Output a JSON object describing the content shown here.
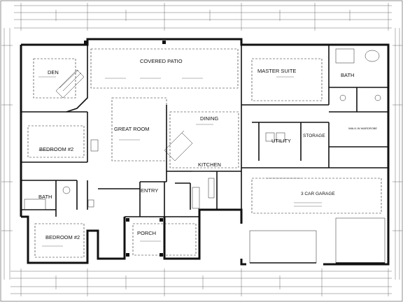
{
  "rooms": {
    "covered_patio": "COVERED PATIO",
    "den": "DEN",
    "master_suite": "MASTER SUITE",
    "bath_master": "BATH",
    "great_room": "GREAT ROOM",
    "dining": "DINING",
    "kitchen": "KITCHEN",
    "utility": "UTILITY",
    "storage": "STORAGE",
    "walk_in_wardrobe": "WALK-IN WARDROBE",
    "bedroom_2_upper": "BEDROOM #2",
    "bedroom_2_lower": "BEDROOM #2",
    "bath_left": "BATH",
    "entry": "ENTRY",
    "porch": "PORCH",
    "garage": "3 CAR GARAGE"
  },
  "colors": {
    "line": "#111111",
    "background": "#ffffff"
  }
}
